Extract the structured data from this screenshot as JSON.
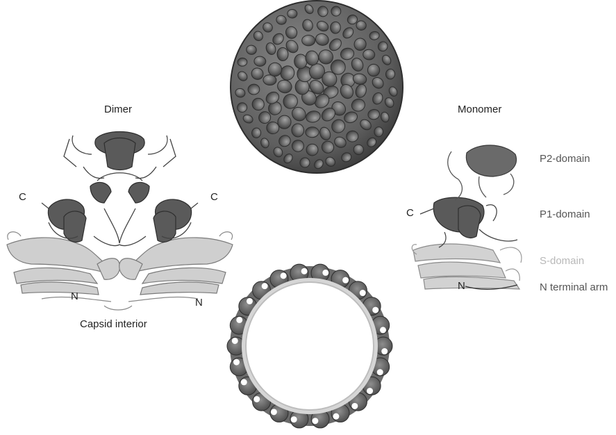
{
  "labels": {
    "dimer": "Dimer",
    "monomer": "Monomer",
    "capsid_interior": "Capsid interior",
    "dimer_c_left": "C",
    "dimer_c_right": "C",
    "dimer_n_left": "N",
    "dimer_n_right": "N",
    "monomer_c": "C",
    "monomer_n": "N",
    "p2_domain": "P2-domain",
    "p1_domain": "P1-domain",
    "s_domain": "S-domain",
    "n_terminal_arm": "N terminal arm"
  },
  "colors": {
    "background": "#ffffff",
    "capsid_surface": "#6e6e6e",
    "capsid_shadow": "#3c3c3c",
    "capsid_highlight": "#a9a9a9",
    "ring_inner": "#d9d9d9",
    "p_domain_ribbon": "#4a4a4a",
    "s_domain_ribbon": "#c8c8c8",
    "s_domain_label": "#b8b8b8"
  },
  "figure_parts": [
    "capsid-surface-view",
    "capsid-cross-section",
    "dimer-ribbon",
    "monomer-ribbon"
  ]
}
